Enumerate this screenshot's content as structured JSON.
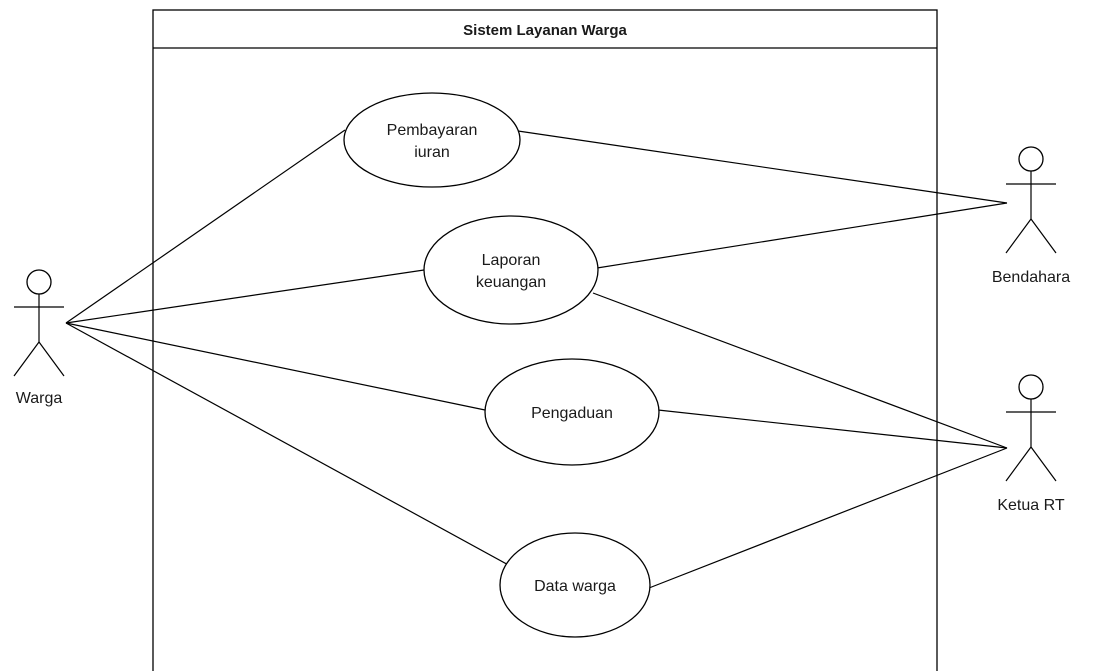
{
  "system": {
    "title": "Sistem Layanan Warga"
  },
  "actors": [
    {
      "id": "warga",
      "label": "Warga"
    },
    {
      "id": "bendahara",
      "label": "Bendahara"
    },
    {
      "id": "ketua-rt",
      "label": "Ketua RT"
    }
  ],
  "use_cases": [
    {
      "id": "pembayaran-iuran",
      "lines": [
        "Pembayaran",
        "iuran"
      ]
    },
    {
      "id": "laporan-keuangan",
      "lines": [
        "Laporan",
        "keuangan"
      ]
    },
    {
      "id": "pengaduan",
      "lines": [
        "Pengaduan"
      ]
    },
    {
      "id": "data-warga",
      "lines": [
        "Data warga"
      ]
    }
  ],
  "associations": [
    {
      "actor": "warga",
      "use_case": "pembayaran-iuran"
    },
    {
      "actor": "warga",
      "use_case": "laporan-keuangan"
    },
    {
      "actor": "warga",
      "use_case": "pengaduan"
    },
    {
      "actor": "warga",
      "use_case": "data-warga"
    },
    {
      "actor": "bendahara",
      "use_case": "pembayaran-iuran"
    },
    {
      "actor": "bendahara",
      "use_case": "laporan-keuangan"
    },
    {
      "actor": "ketua-rt",
      "use_case": "laporan-keuangan"
    },
    {
      "actor": "ketua-rt",
      "use_case": "pengaduan"
    },
    {
      "actor": "ketua-rt",
      "use_case": "data-warga"
    }
  ]
}
